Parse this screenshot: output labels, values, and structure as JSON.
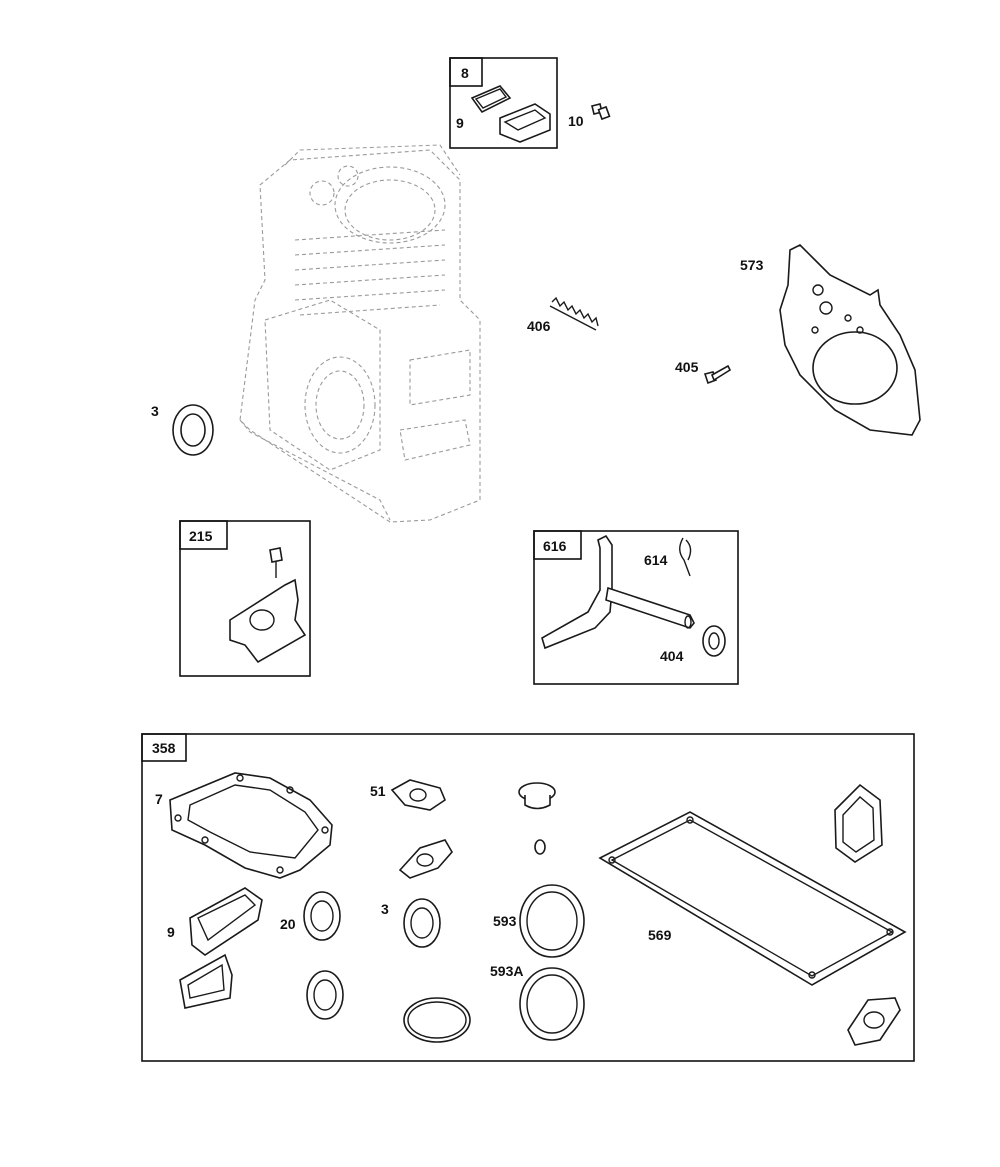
{
  "labels": {
    "l8": "8",
    "l9a": "9",
    "l10": "10",
    "l573": "573",
    "l406": "406",
    "l405": "405",
    "l3a": "3",
    "l215": "215",
    "l616": "616",
    "l614": "614",
    "l404": "404",
    "l358": "358",
    "l7": "7",
    "l51": "51",
    "l9b": "9",
    "l20": "20",
    "l3b": "3",
    "l593": "593",
    "l593A": "593A",
    "l569": "569"
  }
}
